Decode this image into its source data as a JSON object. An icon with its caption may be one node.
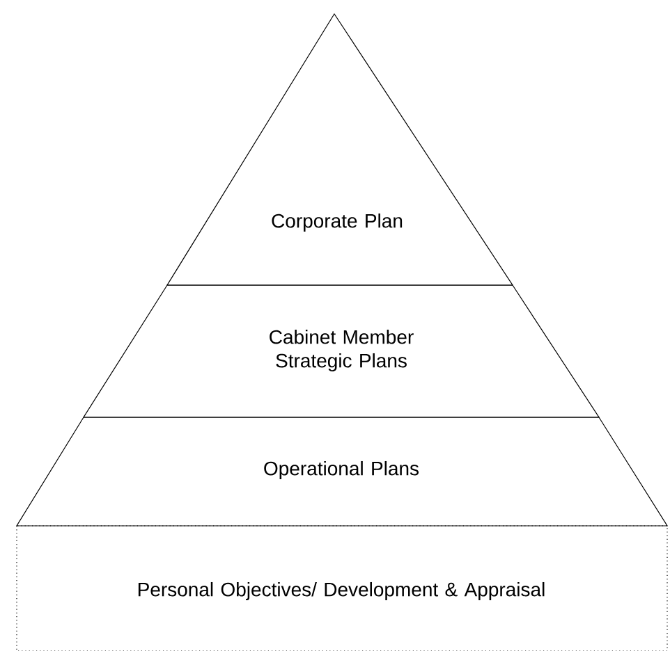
{
  "diagram": {
    "nodes": [
      {
        "text": [
          "Corporate Plan"
        ]
      },
      {
        "text": [
          "Cabinet Member Strategic Plans"
        ]
      },
      {
        "text": [
          "Operational Plans"
        ]
      },
      {
        "text": [
          "Personal Objectives/ Development & Appraisal"
        ]
      }
    ]
  }
}
